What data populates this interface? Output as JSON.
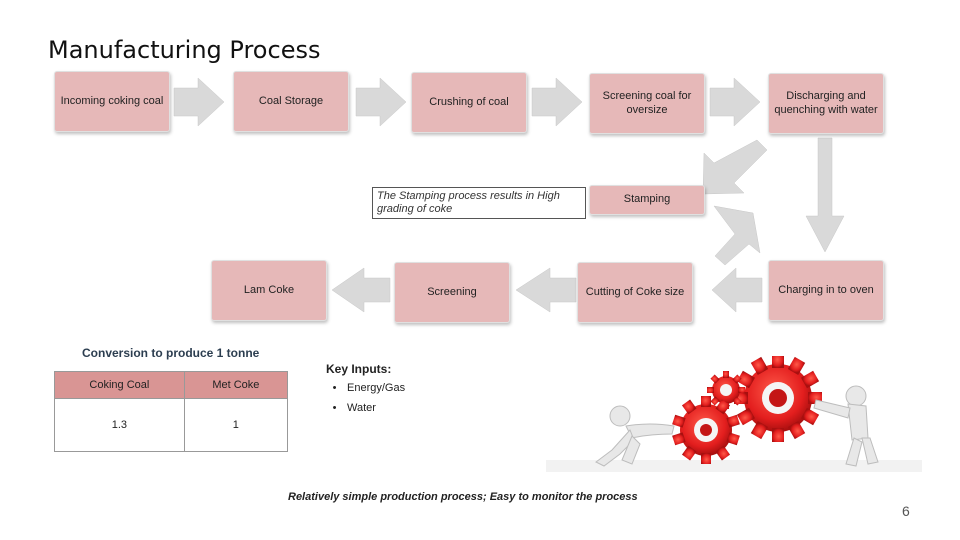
{
  "title": "Manufacturing Process",
  "steps": {
    "incoming": "Incoming coking coal",
    "storage": "Coal Storage",
    "crushing": "Crushing of coal",
    "screening_oversize": "Screening coal for oversize",
    "discharging": "Discharging and quenching with water",
    "stamping": "Stamping",
    "charging": "Charging in to oven",
    "cutting": "Cutting of Coke size",
    "screening": "Screening",
    "lam_coke": "Lam Coke"
  },
  "note": "The Stamping process results in High grading  of coke",
  "conversion": {
    "title": "Conversion to produce 1 tonne",
    "headers": [
      "Coking Coal",
      "Met Coke"
    ],
    "values": [
      "1.3",
      "1"
    ]
  },
  "key_inputs": {
    "title": "Key Inputs:",
    "bullet": "•",
    "items": [
      "Energy/Gas",
      "Water"
    ]
  },
  "footer": "Relatively simple production process; Easy to monitor the process",
  "page_number": "6",
  "colors": {
    "box": "#e6b8b8",
    "arrow": "#d9d9d9",
    "gear": "#e31e1e",
    "table_header": "#d99594"
  }
}
